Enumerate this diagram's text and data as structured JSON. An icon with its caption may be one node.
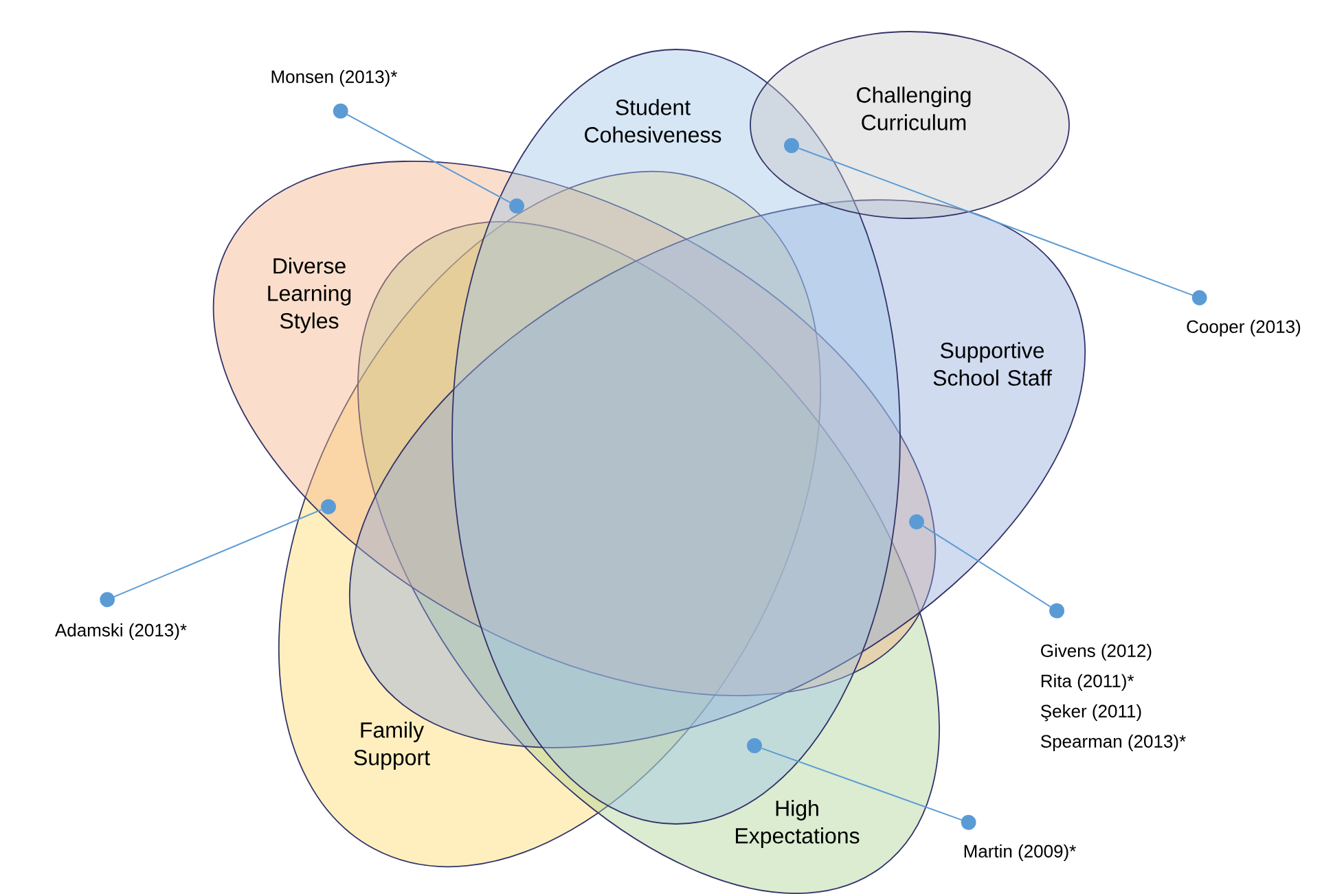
{
  "diagram": {
    "nodes": [
      {
        "text": [
          "Student Cohesiveness"
        ]
      },
      {
        "text": [
          "Challenging Curriculum"
        ]
      },
      {
        "text": [
          "Diverse Learning Styles"
        ]
      },
      {
        "text": [
          "Supportive School Staff"
        ]
      },
      {
        "text": [
          "Family Support"
        ]
      },
      {
        "text": [
          "High Expectations"
        ]
      },
      {
        "text": [
          "Monsen (2013)*"
        ]
      },
      {
        "text": [],
        "shape": "circle"
      },
      {
        "text": [
          "Cooper (2013)"
        ]
      },
      {
        "text": [],
        "shape": "circle"
      },
      {
        "text": [
          "Adamski (2013)*"
        ]
      },
      {
        "text": [],
        "shape": "circle"
      },
      {
        "text": [
          "Givens (2012)",
          "Rita (2011)*",
          "Şeker (2011)",
          "Spearman (2013)*"
        ]
      },
      {
        "text": [],
        "shape": "circle"
      },
      {
        "text": [
          "Martin (2009)*"
        ]
      },
      {
        "text": [],
        "shape": "circle"
      }
    ],
    "edges": [
      {
        "from": 6,
        "to": 7,
        "arrow": "other"
      },
      {
        "from": 8,
        "to": 9,
        "arrow": "other"
      },
      {
        "from": 10,
        "to": 11,
        "arrow": "other"
      },
      {
        "from": 12,
        "to": 13,
        "arrow": "other"
      },
      {
        "from": 14,
        "to": 15,
        "arrow": "other"
      }
    ]
  }
}
